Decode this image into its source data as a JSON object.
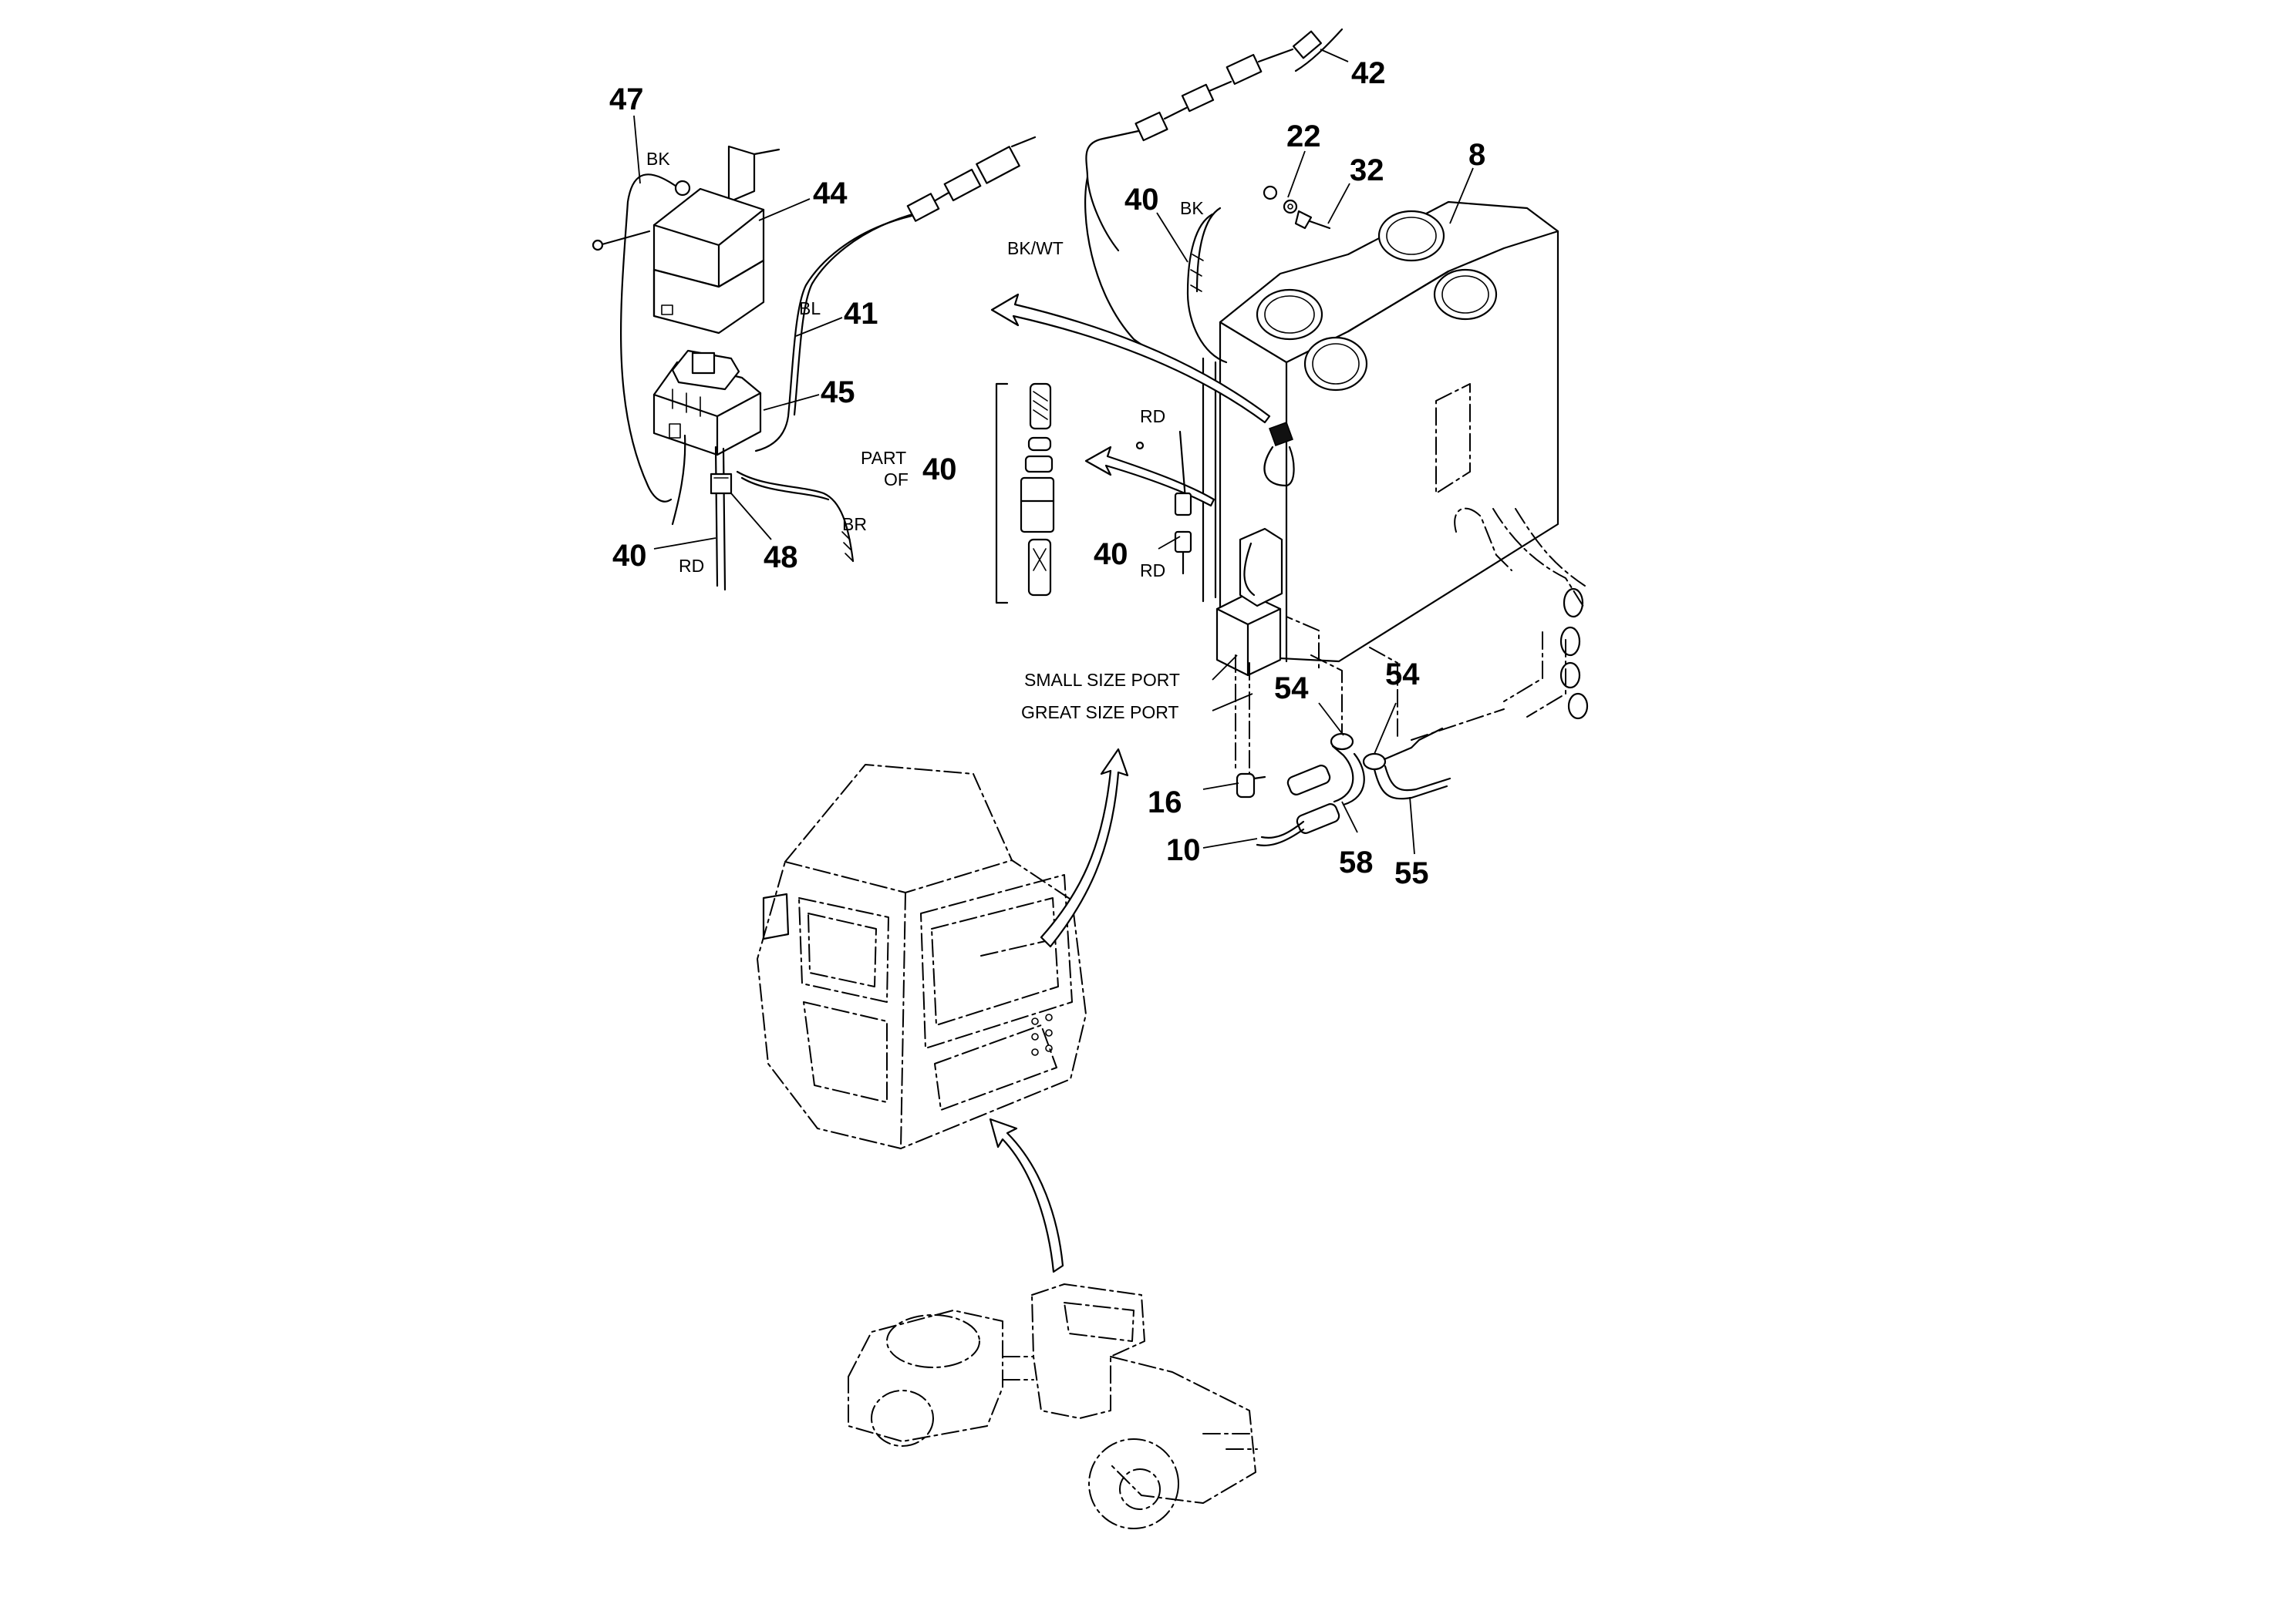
{
  "callouts": {
    "c47": "47",
    "c44": "44",
    "c41": "41",
    "c45": "45",
    "c40_left": "40",
    "c48": "48",
    "c40_part": "40",
    "c42": "42",
    "c22": "22",
    "c32": "32",
    "c8": "8",
    "c40_top": "40",
    "c40_mid": "40",
    "c54_a": "54",
    "c54_b": "54",
    "c16": "16",
    "c10": "10",
    "c58": "58",
    "c55": "55"
  },
  "wire_colors": {
    "bk_left": "BK",
    "bl": "BL",
    "br": "BR",
    "rd_left": "RD",
    "bkwt": "BK/WT",
    "bk_right": "BK",
    "rd_upper": "RD",
    "rd_lower": "RD"
  },
  "notes": {
    "part_of_line1": "PART",
    "part_of_line2": "OF",
    "small_port": "SMALL SIZE PORT",
    "great_port": "GREAT SIZE PORT"
  }
}
